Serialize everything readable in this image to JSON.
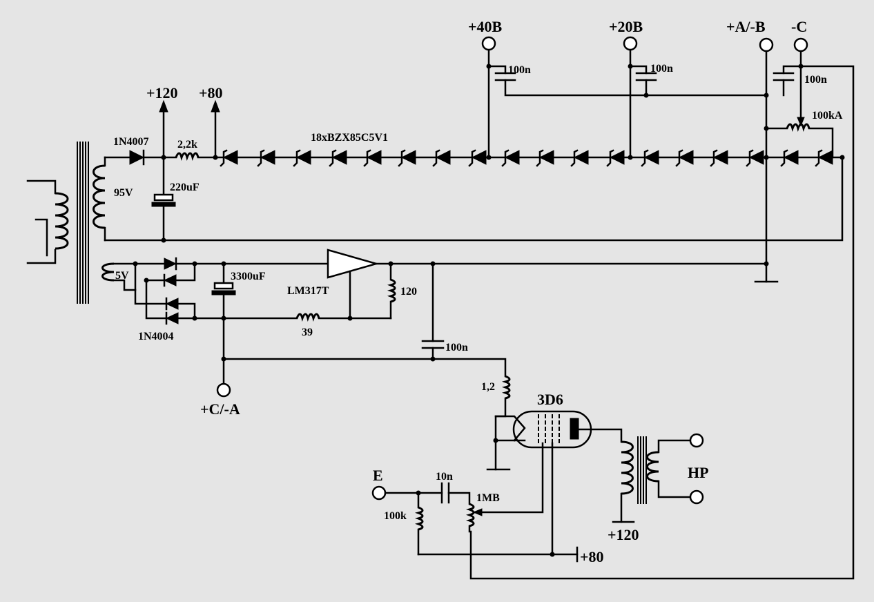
{
  "labels": {
    "plus_120_top": "+120",
    "plus_80_top": "+80",
    "plus_40": "+40B",
    "plus_20": "+20B",
    "plus_a_minus_b": "+A/-B",
    "minus_c": "-C",
    "plus_c_minus_a": "+C/-A",
    "e_input": "E",
    "hp": "HP",
    "plus_120_bottom": "+120",
    "plus_80_bottom": "+80",
    "tube": "3D6"
  },
  "components": {
    "d_1n4007": "1N4007",
    "r_2k2": "2,2k",
    "c_220u": "220uF",
    "v_95": "95V",
    "zeners": "18xBZX85C5V1",
    "c_100n_40": "100n",
    "c_100n_20": "100n",
    "c_100n_c": "100n",
    "pot_100ka": "100kA",
    "v_5": "5V",
    "d_1n4004": "1N4004",
    "c_3300u": "3300uF",
    "reg": "LM317T",
    "r_120": "120",
    "r_39": "39",
    "c_100n_mid": "100n",
    "r_1_2": "1,2",
    "c_10n": "10n",
    "r_100k": "100k",
    "pot_1mb": "1MB"
  }
}
